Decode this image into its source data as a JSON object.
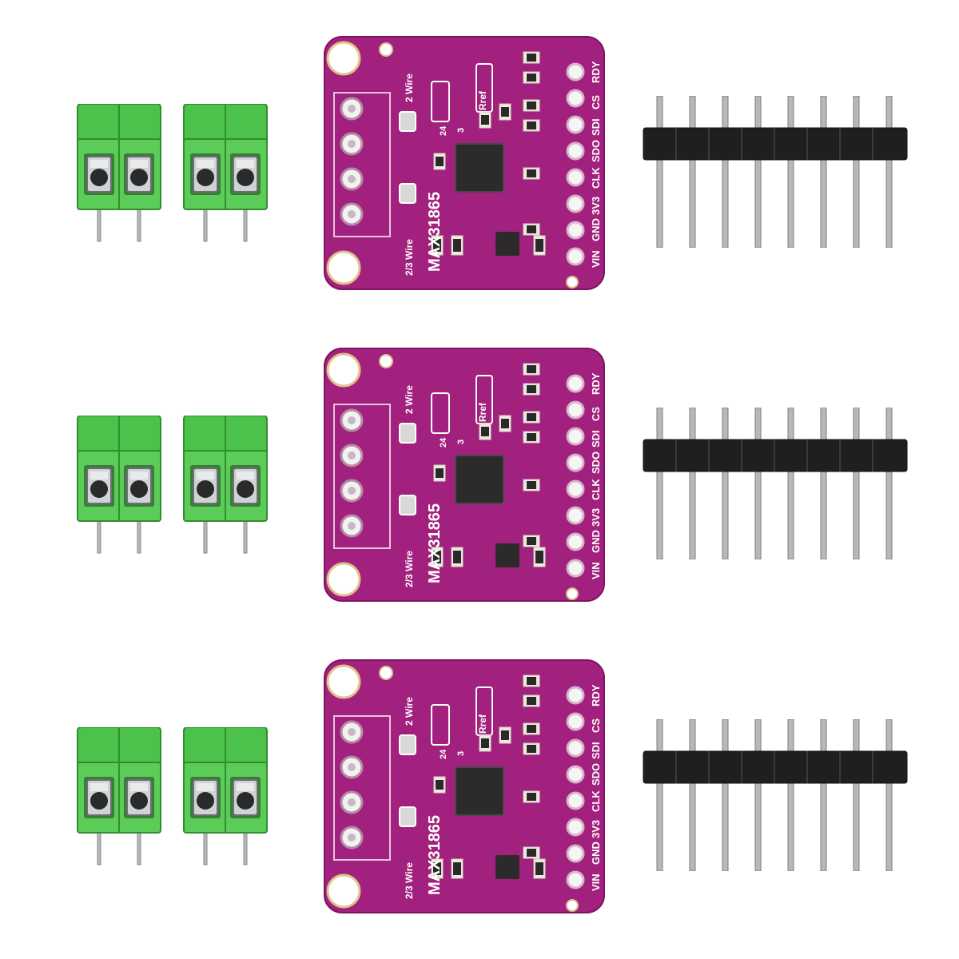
{
  "board": {
    "chip_label": "MAX31865",
    "wire_label_top": "2 Wire",
    "wire_label_bottom": "2/3 Wire",
    "rref_label": "Rref",
    "jumper_24": "24",
    "jumper_3": "3",
    "pins": [
      "RDY",
      "CS",
      "SDI",
      "SDO",
      "CLK",
      "3V3",
      "GND",
      "VIN"
    ],
    "pcb_color": "#a3217e",
    "silk_color": "#ffffff"
  },
  "terminal": {
    "color": "#4cc24a",
    "icon": "screw-terminal-icon"
  },
  "header": {
    "pin_count": 8,
    "icon": "pin-header-icon"
  },
  "kits": [
    {
      "id": 1
    },
    {
      "id": 2
    },
    {
      "id": 3
    }
  ]
}
